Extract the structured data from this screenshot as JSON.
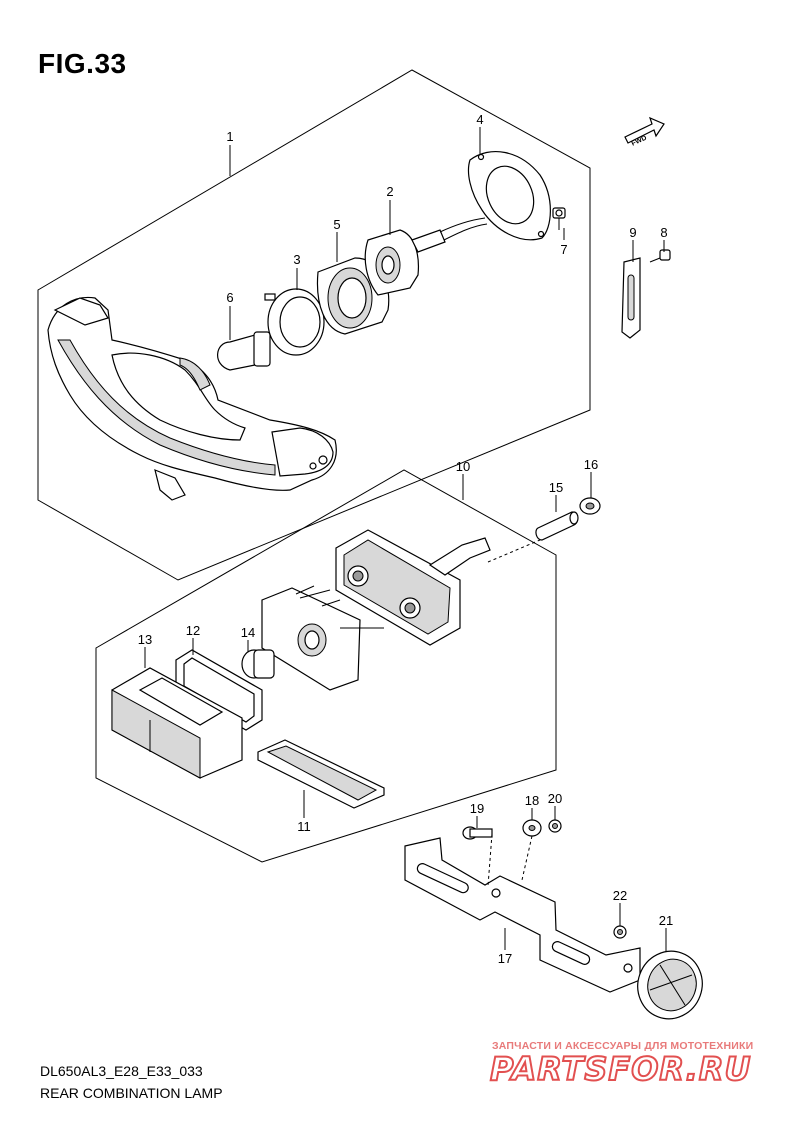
{
  "figure": {
    "title": "FIG.33",
    "model_code": "DL650AL3_E28_E33_033",
    "name": "REAR COMBINATION LAMP",
    "direction_label": "FWD"
  },
  "callouts": [
    {
      "id": "c1",
      "label": "1"
    },
    {
      "id": "c2",
      "label": "2"
    },
    {
      "id": "c3",
      "label": "3"
    },
    {
      "id": "c4",
      "label": "4"
    },
    {
      "id": "c5",
      "label": "5"
    },
    {
      "id": "c6",
      "label": "6"
    },
    {
      "id": "c7",
      "label": "7"
    },
    {
      "id": "c8",
      "label": "8"
    },
    {
      "id": "c9",
      "label": "9"
    },
    {
      "id": "c10",
      "label": "10"
    },
    {
      "id": "c11",
      "label": "11"
    },
    {
      "id": "c12",
      "label": "12"
    },
    {
      "id": "c13",
      "label": "13"
    },
    {
      "id": "c14",
      "label": "14"
    },
    {
      "id": "c15",
      "label": "15"
    },
    {
      "id": "c16",
      "label": "16"
    },
    {
      "id": "c17",
      "label": "17"
    },
    {
      "id": "c18",
      "label": "18"
    },
    {
      "id": "c19",
      "label": "19"
    },
    {
      "id": "c20",
      "label": "20"
    },
    {
      "id": "c21",
      "label": "21"
    },
    {
      "id": "c22",
      "label": "22"
    }
  ],
  "watermark": {
    "tagline": "ЗАПЧАСТИ И АКСЕССУАРЫ ДЛЯ МОТОТЕХНИКИ",
    "brand": "PARTSFOR.RU",
    "brand_color": "#e25050"
  }
}
